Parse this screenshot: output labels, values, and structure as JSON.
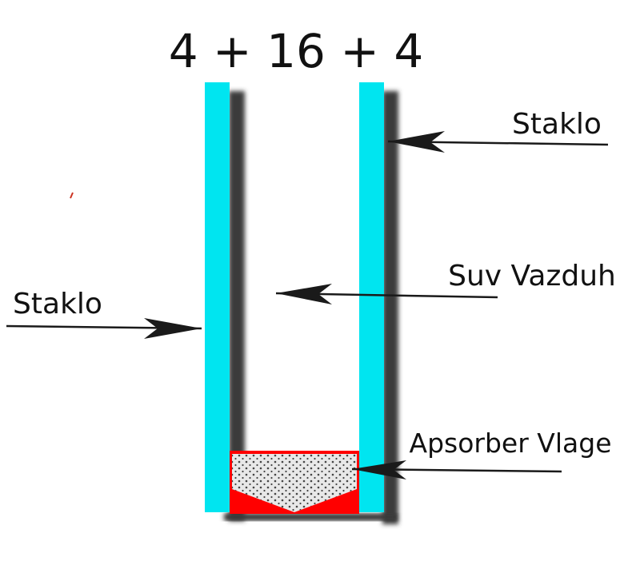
{
  "diagram": {
    "title": "4 + 16 + 4",
    "labels": {
      "glass_right": "Staklo",
      "glass_left": "Staklo",
      "dry_air": "Suv Vazduh",
      "desiccant": "Apsorber Vlage"
    },
    "colors": {
      "glass": "#00e5f0",
      "shadow": "#3a3a3a",
      "spacer": "#ff0000",
      "desiccant": "#e8e8e8",
      "dots": "#444444",
      "arrow": "#1a1a1a",
      "background": "#ffffff"
    }
  }
}
